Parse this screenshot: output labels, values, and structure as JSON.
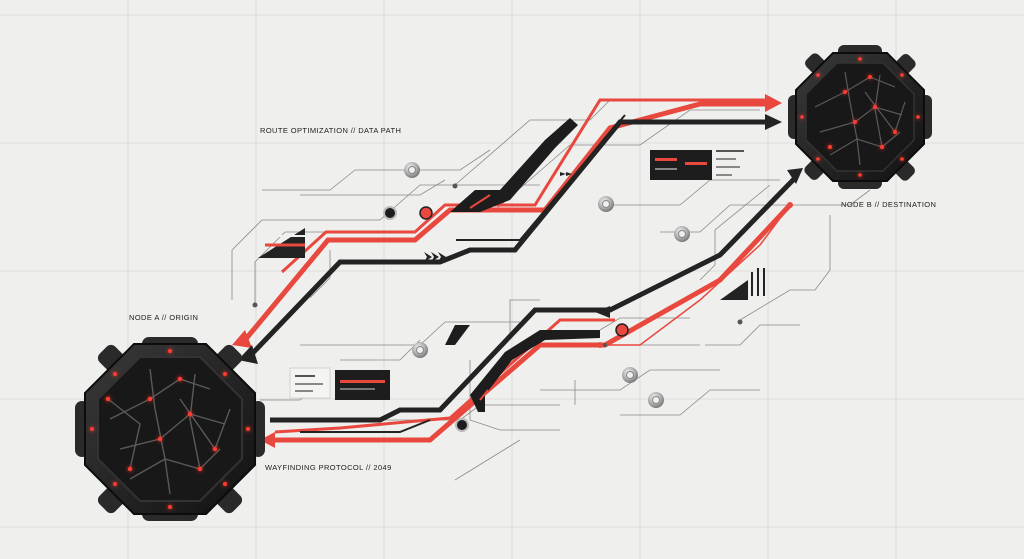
{
  "labels": {
    "route_optimization": "ROUTE OPTIMIZATION // DATA PATH",
    "node_a": "NODE A // ORIGIN",
    "node_b": "NODE B // DESTINATION",
    "wayfinding": "WAYFINDING PROTOCOL // 2049"
  },
  "colors": {
    "background": "#efefed",
    "grid": "#dcdcda",
    "accent_red": "#e8483e",
    "dark_line": "#232323",
    "thin_line": "#8a8a8a",
    "node_body": "#1d1d1d",
    "node_light": "#ff3b30"
  },
  "icons": [
    "node-a-device-icon",
    "node-b-device-icon",
    "hex-nut-icon",
    "chevron-arrow-icon",
    "data-panel-icon"
  ]
}
